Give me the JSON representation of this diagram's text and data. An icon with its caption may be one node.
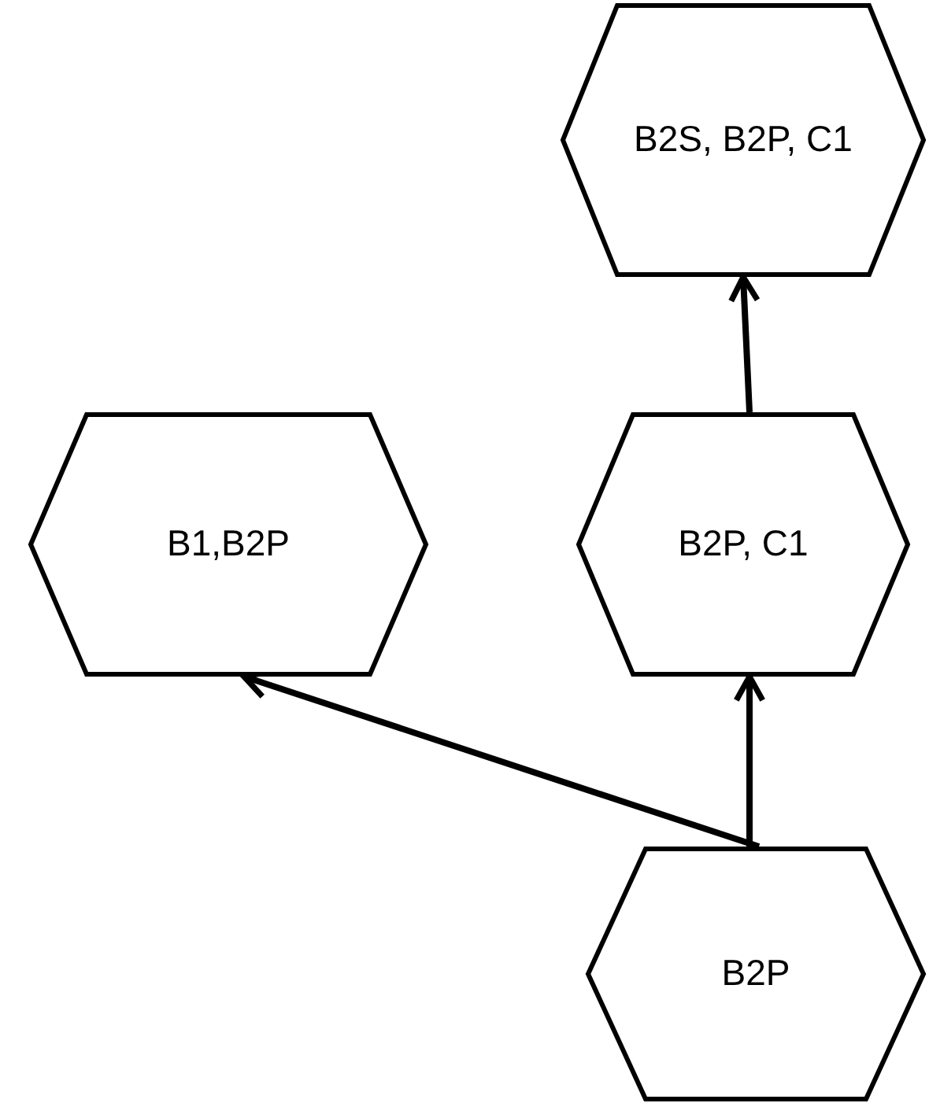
{
  "diagram": {
    "nodes": [
      {
        "text": [
          "B2S, B2P, C1"
        ]
      },
      {
        "text": [
          "B1,B2P"
        ]
      },
      {
        "text": [
          "B2P, C1"
        ]
      },
      {
        "text": [
          "B2P"
        ]
      }
    ],
    "edges": [
      {
        "from": 3,
        "to": 1,
        "arrow": "to"
      },
      {
        "from": 3,
        "to": 2,
        "arrow": "to"
      },
      {
        "from": 2,
        "to": 0,
        "arrow": "to"
      }
    ]
  }
}
